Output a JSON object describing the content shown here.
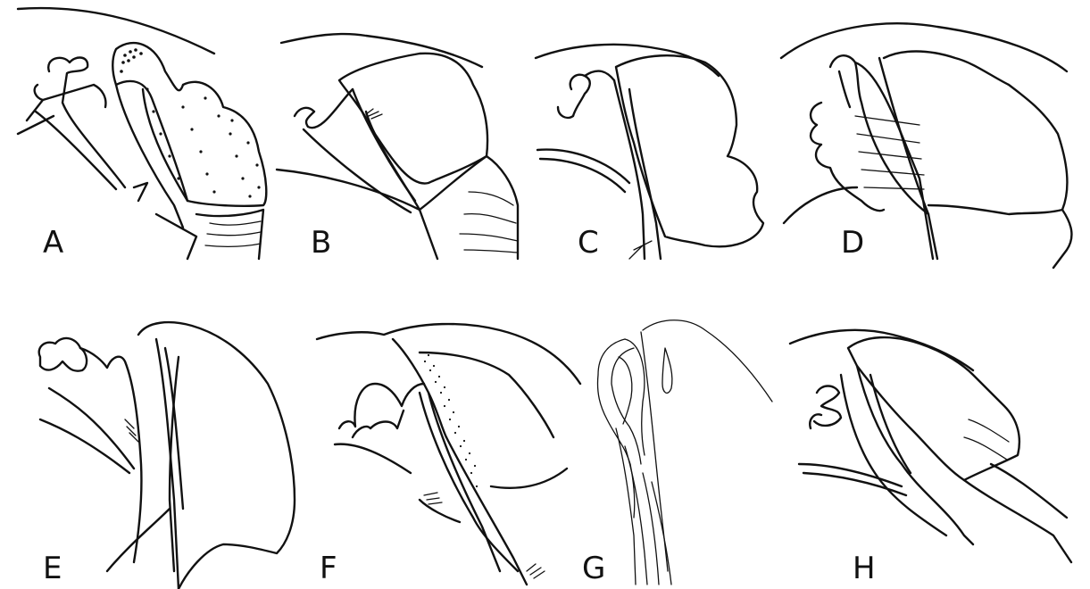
{
  "figure": {
    "panels": [
      {
        "id": "A",
        "label": "A"
      },
      {
        "id": "B",
        "label": "B"
      },
      {
        "id": "C",
        "label": "C"
      },
      {
        "id": "D",
        "label": "D"
      },
      {
        "id": "E",
        "label": "E"
      },
      {
        "id": "F",
        "label": "F"
      },
      {
        "id": "G",
        "label": "G"
      },
      {
        "id": "H",
        "label": "H"
      }
    ],
    "colors": {
      "ink": "#111111",
      "background": "#ffffff"
    }
  }
}
